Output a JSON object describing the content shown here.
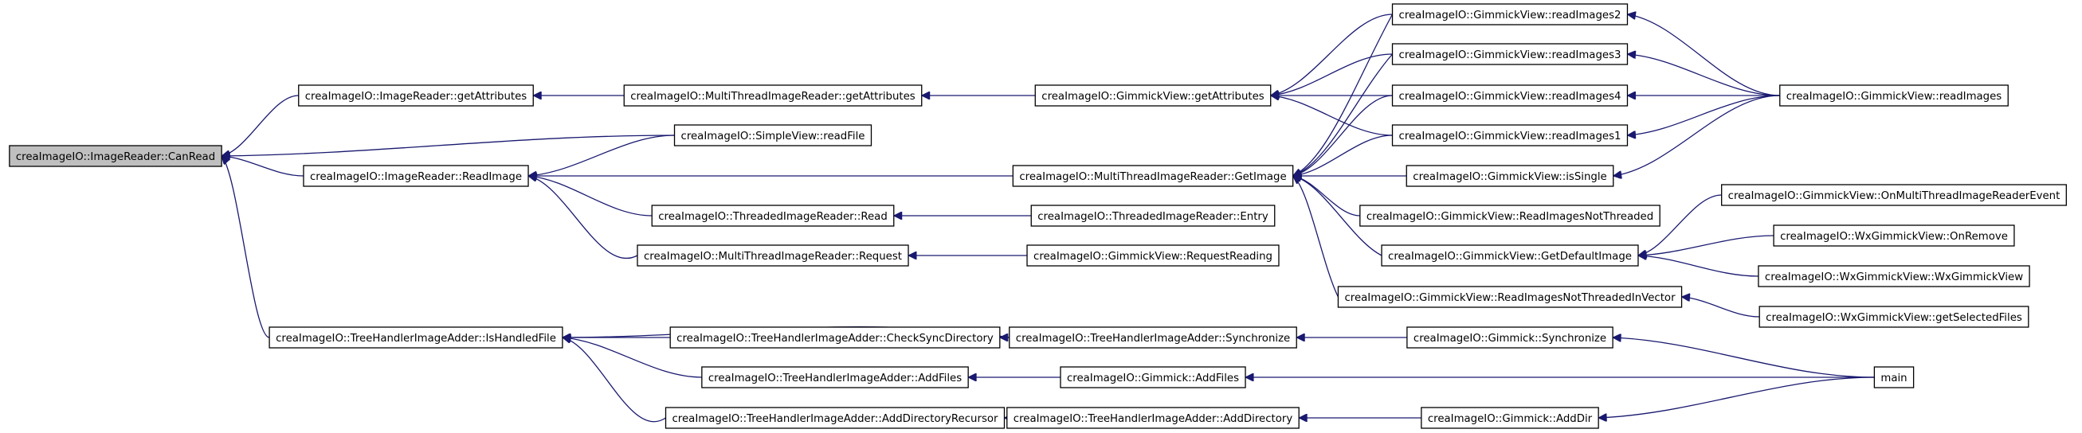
{
  "graph": {
    "edge_color": "#191970",
    "root_fill": "#bfbfbf",
    "nodes": [
      {
        "id": "canread",
        "label": "creaImageIO::ImageReader::CanRead",
        "root": true
      },
      {
        "id": "ir_getattr",
        "label": "creaImageIO::ImageReader::getAttributes"
      },
      {
        "id": "ir_readimage",
        "label": "creaImageIO::ImageReader::ReadImage"
      },
      {
        "id": "th_ishandled",
        "label": "creaImageIO::TreeHandlerImageAdder::IsHandledFile"
      },
      {
        "id": "mt_getattr",
        "label": "creaImageIO::MultiThreadImageReader::getAttributes"
      },
      {
        "id": "sv_readfile",
        "label": "creaImageIO::SimpleView::readFile"
      },
      {
        "id": "tir_read",
        "label": "creaImageIO::ThreadedImageReader::Read"
      },
      {
        "id": "mt_request",
        "label": "creaImageIO::MultiThreadImageReader::Request"
      },
      {
        "id": "th_checksync",
        "label": "creaImageIO::TreeHandlerImageAdder::CheckSyncDirectory"
      },
      {
        "id": "th_addfiles",
        "label": "creaImageIO::TreeHandlerImageAdder::AddFiles"
      },
      {
        "id": "th_adddirrec",
        "label": "creaImageIO::TreeHandlerImageAdder::AddDirectoryRecursor"
      },
      {
        "id": "gv_getattr",
        "label": "creaImageIO::GimmickView::getAttributes"
      },
      {
        "id": "mt_getimage",
        "label": "creaImageIO::MultiThreadImageReader::GetImage"
      },
      {
        "id": "tir_entry",
        "label": "creaImageIO::ThreadedImageReader::Entry"
      },
      {
        "id": "gv_reqreading",
        "label": "creaImageIO::GimmickView::RequestReading"
      },
      {
        "id": "th_sync",
        "label": "creaImageIO::TreeHandlerImageAdder::Synchronize"
      },
      {
        "id": "g_addfiles",
        "label": "creaImageIO::Gimmick::AddFiles"
      },
      {
        "id": "th_adddir",
        "label": "creaImageIO::TreeHandlerImageAdder::AddDirectory"
      },
      {
        "id": "gv_readimages2",
        "label": "creaImageIO::GimmickView::readImages2"
      },
      {
        "id": "gv_readimages3",
        "label": "creaImageIO::GimmickView::readImages3"
      },
      {
        "id": "gv_readimages4",
        "label": "creaImageIO::GimmickView::readImages4"
      },
      {
        "id": "gv_readimages1",
        "label": "creaImageIO::GimmickView::readImages1"
      },
      {
        "id": "gv_issingle",
        "label": "creaImageIO::GimmickView::isSingle"
      },
      {
        "id": "gv_readnothreaded",
        "label": "creaImageIO::GimmickView::ReadImagesNotThreaded"
      },
      {
        "id": "gv_getdefault",
        "label": "creaImageIO::GimmickView::GetDefaultImage"
      },
      {
        "id": "gv_readnothreadedvec",
        "label": "creaImageIO::GimmickView::ReadImagesNotThreadedInVector"
      },
      {
        "id": "g_sync",
        "label": "creaImageIO::Gimmick::Synchronize"
      },
      {
        "id": "g_adddir",
        "label": "creaImageIO::Gimmick::AddDir"
      },
      {
        "id": "gv_readimages",
        "label": "creaImageIO::GimmickView::readImages"
      },
      {
        "id": "gv_onmulti",
        "label": "creaImageIO::GimmickView::OnMultiThreadImageReaderEvent"
      },
      {
        "id": "wx_onremove",
        "label": "creaImageIO::WxGimmickView::OnRemove"
      },
      {
        "id": "wx_ctor",
        "label": "creaImageIO::WxGimmickView::WxGimmickView"
      },
      {
        "id": "wx_getselected",
        "label": "creaImageIO::WxGimmickView::getSelectedFiles"
      },
      {
        "id": "main",
        "label": "main"
      }
    ],
    "edges": [
      [
        "ir_getattr",
        "canread"
      ],
      [
        "sv_readfile",
        "canread"
      ],
      [
        "ir_readimage",
        "canread"
      ],
      [
        "th_ishandled",
        "canread"
      ],
      [
        "mt_getattr",
        "ir_getattr"
      ],
      [
        "sv_readfile",
        "ir_readimage"
      ],
      [
        "mt_getimage",
        "ir_readimage"
      ],
      [
        "tir_read",
        "ir_readimage"
      ],
      [
        "mt_request",
        "ir_readimage"
      ],
      [
        "th_checksync",
        "th_ishandled"
      ],
      [
        "th_sync",
        "th_ishandled"
      ],
      [
        "th_addfiles",
        "th_ishandled"
      ],
      [
        "th_adddirrec",
        "th_ishandled"
      ],
      [
        "gv_getattr",
        "mt_getattr"
      ],
      [
        "tir_entry",
        "tir_read"
      ],
      [
        "gv_reqreading",
        "mt_request"
      ],
      [
        "th_sync",
        "th_checksync"
      ],
      [
        "g_addfiles",
        "th_addfiles"
      ],
      [
        "th_adddir",
        "th_adddirrec"
      ],
      [
        "gv_readimages2",
        "gv_getattr"
      ],
      [
        "gv_readimages3",
        "gv_getattr"
      ],
      [
        "gv_readimages4",
        "gv_getattr"
      ],
      [
        "gv_readimages1",
        "gv_getattr"
      ],
      [
        "gv_readimages2",
        "mt_getimage"
      ],
      [
        "gv_readimages3",
        "mt_getimage"
      ],
      [
        "gv_readimages4",
        "mt_getimage"
      ],
      [
        "gv_readimages1",
        "mt_getimage"
      ],
      [
        "gv_issingle",
        "mt_getimage"
      ],
      [
        "gv_readnothreaded",
        "mt_getimage"
      ],
      [
        "gv_getdefault",
        "mt_getimage"
      ],
      [
        "gv_readnothreadedvec",
        "mt_getimage"
      ],
      [
        "g_sync",
        "th_sync"
      ],
      [
        "main",
        "g_addfiles"
      ],
      [
        "g_adddir",
        "th_adddir"
      ],
      [
        "gv_readimages",
        "gv_readimages2"
      ],
      [
        "gv_readimages",
        "gv_readimages3"
      ],
      [
        "gv_readimages",
        "gv_readimages4"
      ],
      [
        "gv_readimages",
        "gv_readimages1"
      ],
      [
        "gv_readimages",
        "gv_issingle"
      ],
      [
        "gv_onmulti",
        "gv_getdefault"
      ],
      [
        "wx_onremove",
        "gv_getdefault"
      ],
      [
        "wx_ctor",
        "gv_getdefault"
      ],
      [
        "wx_getselected",
        "gv_readnothreadedvec"
      ],
      [
        "main",
        "g_sync"
      ],
      [
        "main",
        "g_adddir"
      ]
    ]
  }
}
